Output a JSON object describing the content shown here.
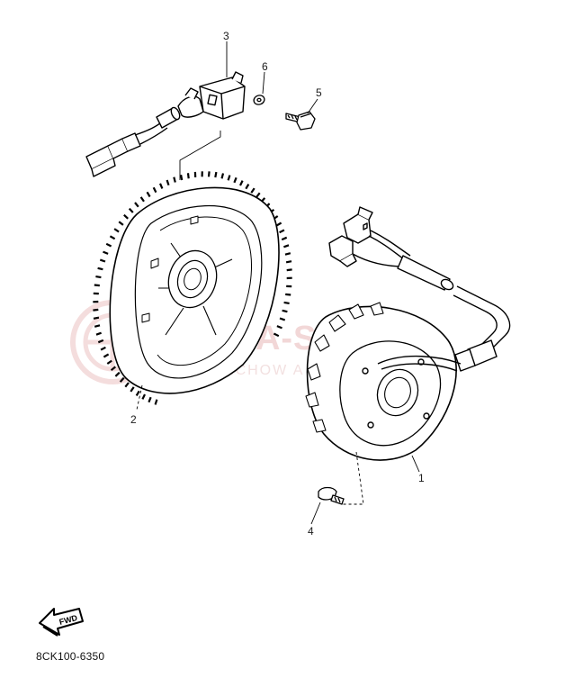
{
  "diagram": {
    "part_code": "8CK100-6350",
    "watermark": {
      "brand": "YAMA-S   .PL",
      "subtitle": "WOLIECHOW             A"
    },
    "fwd_label": "FWD",
    "callouts": [
      {
        "id": "1",
        "part": "stator"
      },
      {
        "id": "2",
        "part": "rotor flywheel"
      },
      {
        "id": "3",
        "part": "pickup coil"
      },
      {
        "id": "4",
        "part": "screw"
      },
      {
        "id": "5",
        "part": "bolt"
      },
      {
        "id": "6",
        "part": "washer"
      }
    ]
  }
}
